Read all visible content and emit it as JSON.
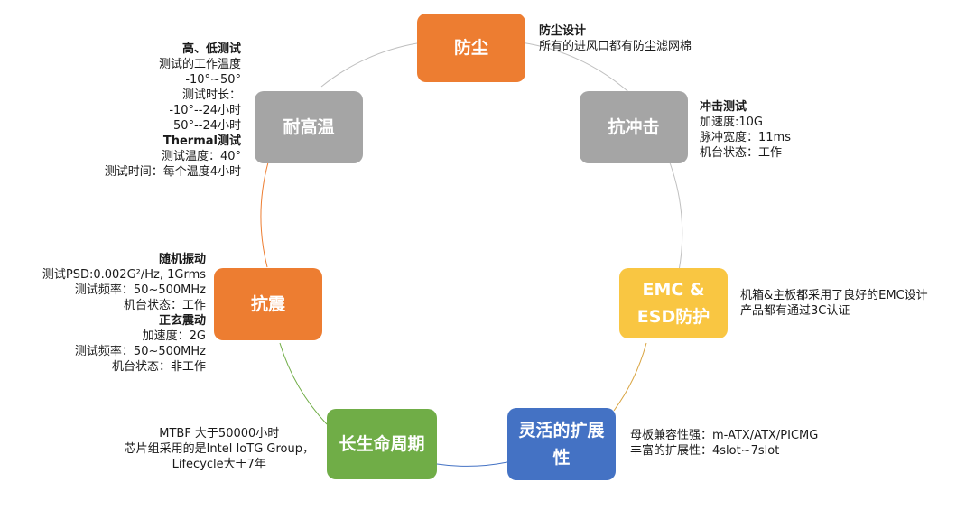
{
  "nodes": {
    "dustproof": {
      "label": "防尘",
      "color": "#ED7D31"
    },
    "shock": {
      "label": "抗冲击",
      "color": "#A5A5A5"
    },
    "emc": {
      "label_line1": "EMC &",
      "label_line2": "ESD防护",
      "color": "#F9C642"
    },
    "expansion": {
      "label_line1": "灵活的扩展",
      "label_line2": "性",
      "color": "#4472C4"
    },
    "lifecycle": {
      "label": "长生命周期",
      "color": "#70AD47"
    },
    "vibration": {
      "label": "抗震",
      "color": "#ED7D31"
    },
    "temperature": {
      "label": "耐高温",
      "color": "#A5A5A5"
    }
  },
  "notes": {
    "dustproof": {
      "title": "防尘设计",
      "lines": [
        "所有的进风口都有防尘滤网棉"
      ]
    },
    "shock": {
      "title": "冲击测试",
      "lines": [
        "加速度:10G",
        "脉冲宽度：11ms",
        "机台状态：工作"
      ]
    },
    "emc": {
      "lines": [
        "机箱&主板都采用了良好的EMC设计",
        "产品都有通过3C认证"
      ]
    },
    "expansion": {
      "lines": [
        "母板兼容性强：m-ATX/ATX/PICMG",
        "丰富的扩展性：4slot~7slot"
      ]
    },
    "lifecycle": {
      "lines": [
        "MTBF 大于50000小时",
        "芯片组采用的是Intel IoTG Group，",
        "Lifecycle大于7年"
      ]
    },
    "vibration": {
      "title1": "随机振动",
      "lines1": [
        "测试PSD:0.002G²/Hz, 1Grms",
        "测试频率：50~500MHz",
        "机台状态：工作"
      ],
      "title2": "正玄震动",
      "lines2": [
        "加速度：2G",
        "测试频率：50~500MHz",
        "机台状态：非工作"
      ]
    },
    "temperature": {
      "title1": "高、低测试",
      "lines1": [
        "测试的工作温度",
        "-10°~50°",
        "测试时长：",
        "-10°--24小时",
        "50°--24小时"
      ],
      "title2": "Thermal测试",
      "lines2": [
        "测试温度：40°",
        "测试时间：每个温度4小时"
      ]
    }
  }
}
